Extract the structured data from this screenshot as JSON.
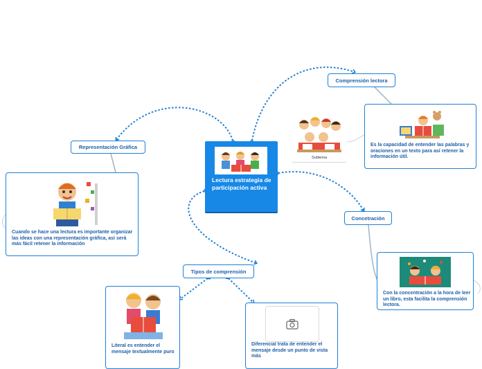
{
  "map": {
    "central": {
      "title": "Lectura estrategia de participación activa",
      "image": "children-reading-illustration"
    },
    "nodes": {
      "comprension": {
        "label": "Comprensión lectora"
      },
      "representacion": {
        "label": "Representación Gráfica"
      },
      "concentracion": {
        "label": "Concetración"
      },
      "tipos": {
        "label": "Tipos de comprensión"
      }
    },
    "cards": {
      "comprension": {
        "text": "Es la capacidad de entender las palabras y oraciones en un texto para así retener la información útil.",
        "image": "kids-with-books-illustration"
      },
      "representacion": {
        "text": "Cuando se hace una lectura es importante organizar las ideas con una representación gráfica, así será más fácil retener la información",
        "image": "boy-reading-illustration"
      },
      "concentracion": {
        "text": "Con la concentración a la hora de leer un libro, esta facilita la comprensión lectora.",
        "image": "kids-reading-book-illustration"
      },
      "literal": {
        "text": "Literal es entender el mensaje textualmente puro",
        "image": "two-kids-reading-illustration"
      },
      "diferencial": {
        "text": "Diferencial trata de entender el mensaje desde un punto de vista más",
        "image": "camera-placeholder-icon"
      }
    },
    "subtema": {
      "label": "Subtema",
      "image": "kids-group-illustration"
    }
  },
  "colors": {
    "accent": "#1788e6",
    "border": "#1f7fd6",
    "text": "#1e5fa8",
    "connector": "#1f7fd6",
    "line": "#9fb4c6"
  }
}
